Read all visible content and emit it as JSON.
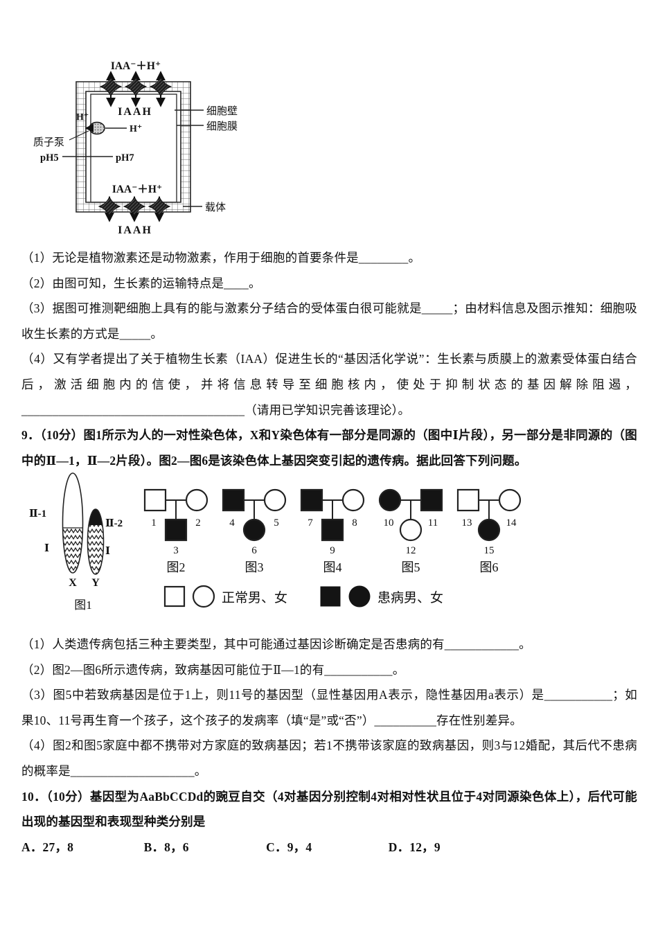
{
  "cell_diagram": {
    "label_top_outside": "IAA⁻＋H⁺",
    "label_top_inside": "IAAH",
    "label_h_plus_wall": "H⁺",
    "label_h_plus_inner": "H⁺",
    "label_proton_pump": "质子泵",
    "label_ph_outside": "pH5",
    "label_ph_inside": "pH7",
    "label_bottom_inside": "IAA⁻＋H⁺",
    "label_bottom_outside": "IAAH",
    "label_cell_wall": "细胞壁",
    "label_cell_membrane": "细胞膜",
    "label_carrier": "载体"
  },
  "q8_parts": [
    "（1）无论是植物激素还是动物激素，作用于细胞的首要条件是________。",
    "（2）由图可知，生长素的运输特点是____。",
    "（3）据图可推测靶细胞上具有的能与激素分子结合的受体蛋白很可能就是_____；由材料信息及图示推知：细胞吸收生长素的方式是_____。",
    "（4）又有学者提出了关于植物生长素（IAA）促进生长的“基因活化学说”：生长素与质膜上的激素受体蛋白结合后，激活细胞内的信使，并将信息转导至细胞核内，使处于抑制状态的基因解除阻遏，____________________________________（请用已学知识完善该理论）。"
  ],
  "q9": {
    "stem": "9．（10分）图1所示为人的一对性染色体，X和Y染色体有一部分是同源的（图中Ⅰ片段），另一部分是非同源的（图中的Ⅱ—1，Ⅱ—2片段）。图2—图6是该染色体上基因突变引起的遗传病。据此回答下列问题。",
    "fig1": {
      "caption": "图1",
      "chrom_x": "X",
      "chrom_y": "Y",
      "seg_ii1": "Ⅱ-1",
      "seg_ii2": "Ⅱ-2",
      "seg_i_x": "Ⅰ",
      "seg_i_y": "Ⅰ"
    },
    "pedigrees": [
      {
        "caption": "图2",
        "parents": [
          {
            "sex": "male",
            "affected": false,
            "num": "1"
          },
          {
            "sex": "female",
            "affected": false,
            "num": "2"
          }
        ],
        "child": {
          "sex": "male",
          "affected": true,
          "num": "3"
        }
      },
      {
        "caption": "图3",
        "parents": [
          {
            "sex": "male",
            "affected": true,
            "num": "4"
          },
          {
            "sex": "female",
            "affected": false,
            "num": "5"
          }
        ],
        "child": {
          "sex": "female",
          "affected": true,
          "num": "6"
        }
      },
      {
        "caption": "图4",
        "parents": [
          {
            "sex": "male",
            "affected": true,
            "num": "7"
          },
          {
            "sex": "female",
            "affected": false,
            "num": "8"
          }
        ],
        "child": {
          "sex": "male",
          "affected": true,
          "num": "9"
        }
      },
      {
        "caption": "图5",
        "parents": [
          {
            "sex": "female",
            "affected": true,
            "num": "10"
          },
          {
            "sex": "male",
            "affected": true,
            "num": "11"
          }
        ],
        "child": {
          "sex": "female",
          "affected": false,
          "num": "12"
        }
      },
      {
        "caption": "图6",
        "parents": [
          {
            "sex": "male",
            "affected": false,
            "num": "13"
          },
          {
            "sex": "female",
            "affected": false,
            "num": "14"
          }
        ],
        "child": {
          "sex": "female",
          "affected": true,
          "num": "15"
        }
      }
    ],
    "legend": {
      "normal_label": "正常男、女",
      "affected_label": "患病男、女"
    },
    "parts": [
      "（1）人类遗传病包括三种主要类型，其中可能通过基因诊断确定是否患病的有____________。",
      "（2）图2—图6所示遗传病，致病基因可能位于Ⅱ—1的有___________。",
      "（3）图5中若致病基因是位于1上，则11号的基因型（显性基因用A表示，隐性基因用a表示）是___________；如果10、11号再生育一个孩子，这个孩子的发病率（填“是”或“否”）__________存在性别差异。",
      "（4）图2和图5家庭中都不携带对方家庭的致病基因；若1不携带该家庭的致病基因，则3与12婚配，其后代不患病的概率是____________________。"
    ]
  },
  "q10": {
    "stem": "10．（10分）基因型为AaBbCCDd的豌豆自交（4对基因分别控制4对相对性状且位于4对同源染色体上），后代可能出现的基因型和表现型种类分别是",
    "options": [
      "A．27，8",
      "B．8，6",
      "C．9，4",
      "D．12，9"
    ]
  }
}
